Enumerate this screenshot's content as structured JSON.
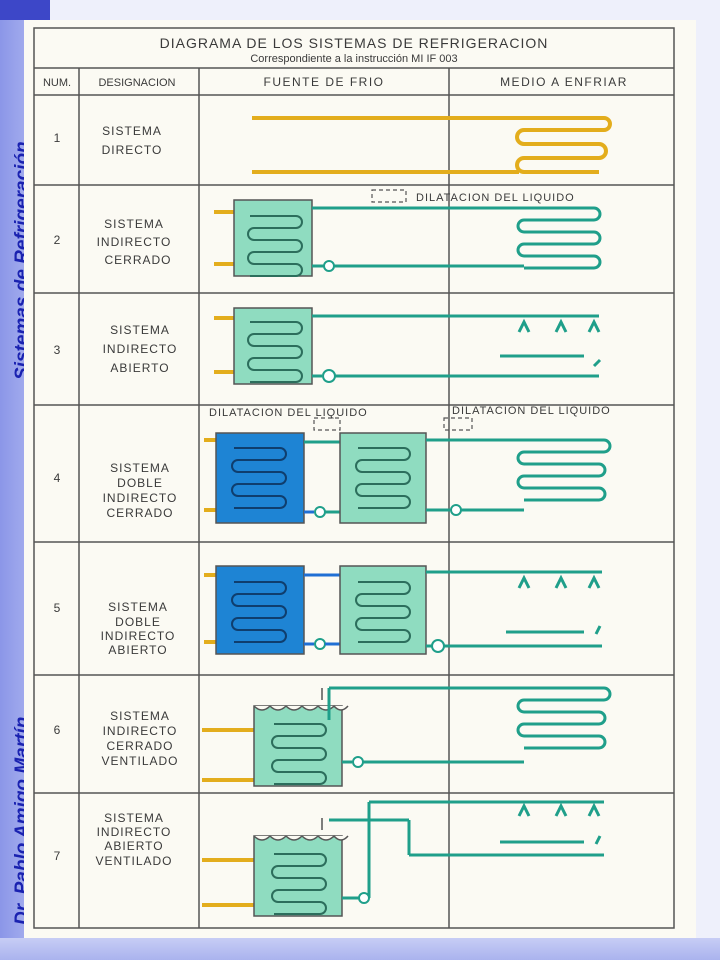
{
  "sidebar": {
    "top_text": "Sistemas de Refrigeración",
    "bottom_text": "Dr. Pablo Amigo Martín"
  },
  "diagram": {
    "title": "DIAGRAMA DE LOS SISTEMAS DE REFRIGERACION",
    "subtitle": "Correspondiente a la instrucción MI IF 003",
    "headers": {
      "num": "NUM.",
      "designation": "DESIGNACION",
      "cold_source": "FUENTE DE FRIO",
      "medium": "MEDIO A ENFRIAR"
    },
    "dilatation_label": "DILATACION DEL LIQUIDO",
    "rows": [
      {
        "num": "1",
        "lines": [
          "SISTEMA",
          "DIRECTO"
        ]
      },
      {
        "num": "2",
        "lines": [
          "SISTEMA",
          "INDIRECTO",
          "CERRADO"
        ]
      },
      {
        "num": "3",
        "lines": [
          "SISTEMA",
          "INDIRECTO",
          "ABIERTO"
        ]
      },
      {
        "num": "4",
        "lines": [
          "SISTEMA",
          "DOBLE",
          "INDIRECTO",
          "CERRADO"
        ]
      },
      {
        "num": "5",
        "lines": [
          "SISTEMA",
          "DOBLE",
          "INDIRECTO",
          "ABIERTO"
        ]
      },
      {
        "num": "6",
        "lines": [
          "SISTEMA",
          "INDIRECTO",
          "CERRADO",
          "VENTILADO"
        ]
      },
      {
        "num": "7",
        "lines": [
          "SISTEMA",
          "INDIRECTO",
          "ABIERTO",
          "VENTILADO"
        ]
      }
    ]
  },
  "colors": {
    "refrigerant_pipe": "#e3ad1c",
    "brine_pipe": "#1f9f8a",
    "brine_tank": "#8fdcc0",
    "primary_tank": "#1e84d4",
    "grid_line": "#555555"
  }
}
